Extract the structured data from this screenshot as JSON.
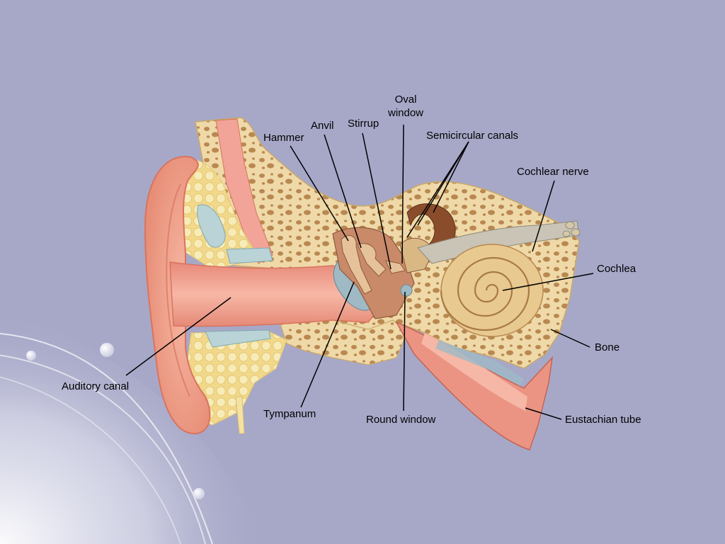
{
  "labels": {
    "oval_window_line1": "Oval",
    "oval_window_line2": "window",
    "anvil": "Anvil",
    "stirrup": "Stirrup",
    "hammer": "Hammer",
    "semicircular_canals": "Semicircular canals",
    "cochlear_nerve": "Cochlear nerve",
    "cochlea": "Cochlea",
    "bone": "Bone",
    "auditory_canal": "Auditory canal",
    "tympanum": "Tympanum",
    "round_window": "Round window",
    "eustachian_tube": "Eustachian tube"
  },
  "colors": {
    "background": "#a7a8c8",
    "skin": "#ef9f8a",
    "skin_dark": "#d9735e",
    "bone": "#efd9a8",
    "bone_pore": "#b98850",
    "fat": "#f4e3a0",
    "cochlea": "#e8c98f",
    "membrane": "#9fb9c5",
    "canal": "#ee9a8a",
    "nerve": "#c9c4b6"
  }
}
